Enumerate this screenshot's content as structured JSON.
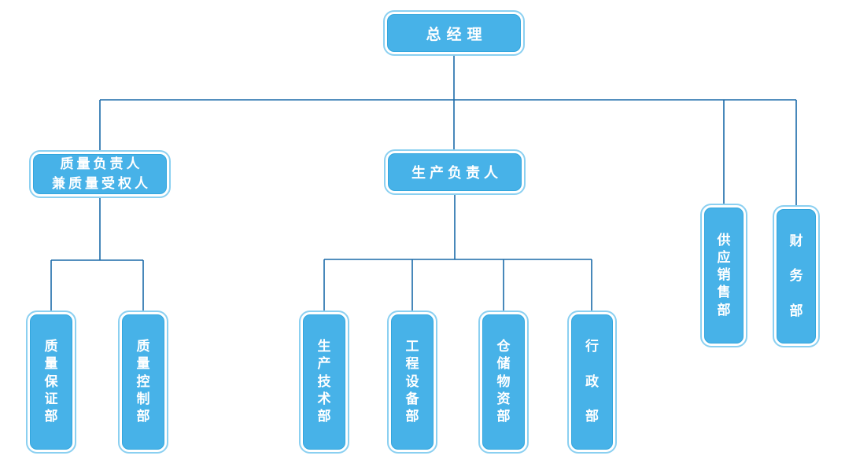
{
  "org_chart": {
    "nodes": {
      "general_manager": {
        "label": "总经理"
      },
      "quality_director": {
        "label_line1": "质量负责人",
        "label_line2": "兼质量受权人"
      },
      "production_director": {
        "label": "生产负责人"
      },
      "supply_sales_dept": {
        "label": "供应销售部"
      },
      "finance_dept": {
        "label": "财务部"
      },
      "quality_assurance_dept": {
        "label": "质量保证部"
      },
      "quality_control_dept": {
        "label": "质量控制部"
      },
      "production_technology_dept": {
        "label": "生产技术部"
      },
      "engineering_equipment_dept": {
        "label": "工程设备部"
      },
      "warehouse_materials_dept": {
        "label": "仓储物资部"
      },
      "administration_dept": {
        "label": "行政部"
      }
    },
    "hierarchy": [
      {
        "parent": "总经理",
        "children": [
          "质量负责人兼质量受权人",
          "生产负责人",
          "供应销售部",
          "财务部"
        ]
      },
      {
        "parent": "质量负责人兼质量受权人",
        "children": [
          "质量保证部",
          "质量控制部"
        ]
      },
      {
        "parent": "生产负责人",
        "children": [
          "生产技术部",
          "工程设备部",
          "仓储物资部",
          "行政部"
        ]
      }
    ],
    "colors": {
      "node_fill": "#47b2e8",
      "node_outer_ring": "#8bd0f1",
      "node_text": "#ffffff",
      "connector_line": "#1a6aa9",
      "background": "#ffffff"
    }
  }
}
